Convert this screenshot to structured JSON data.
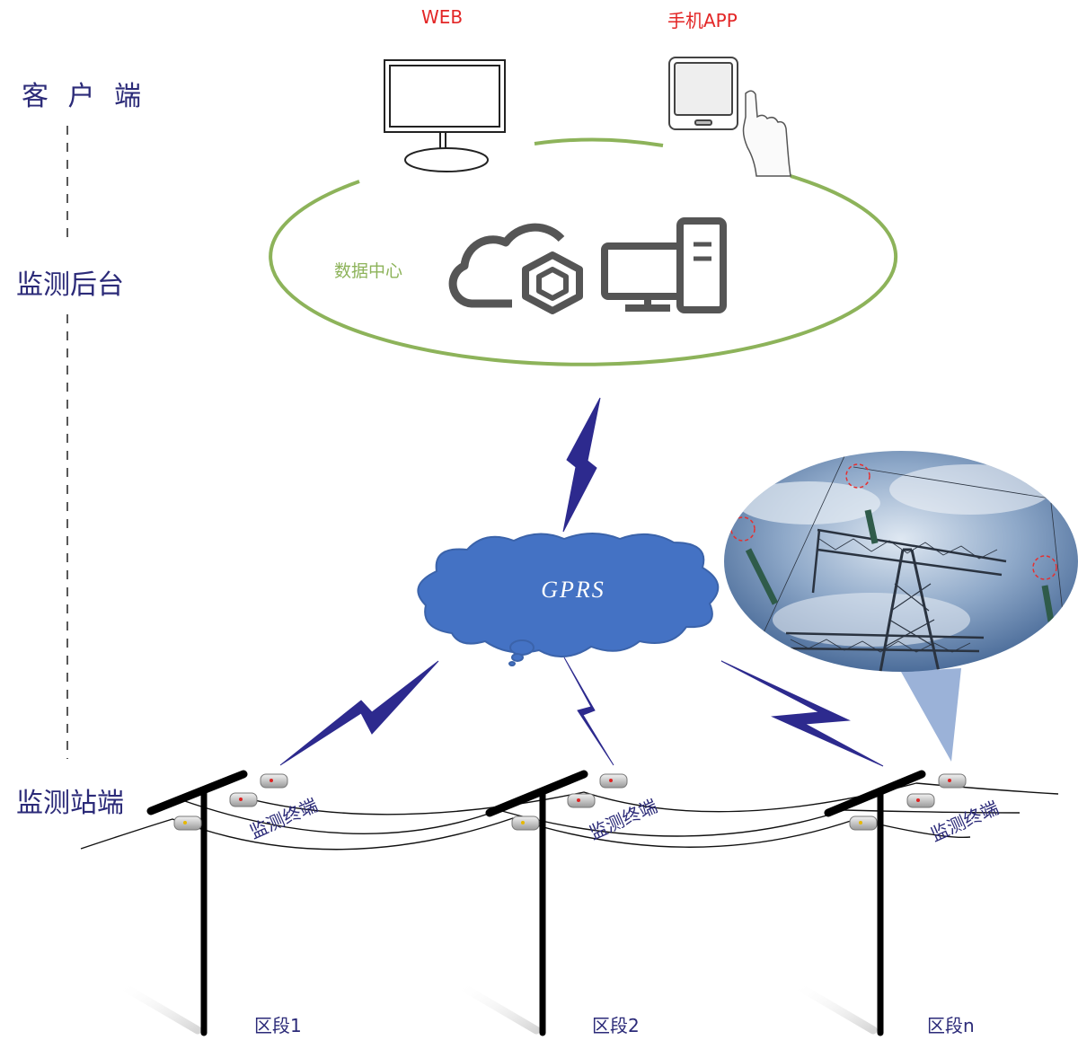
{
  "tiers": {
    "client": "客 户 端",
    "backend": "监测后台",
    "station": "监测站端"
  },
  "client": {
    "web_label": "WEB",
    "app_label": "手机APP"
  },
  "datacenter": {
    "label": "数据中心"
  },
  "network": {
    "label": "GPRS"
  },
  "terminals": {
    "label": "监测终端"
  },
  "segments": [
    "区段1",
    "区段2",
    "区段n"
  ],
  "colors": {
    "tier_text": "#2b2a78",
    "client_text": "#e32626",
    "datacenter": "#8db35a",
    "cloud_fill": "#4472c4",
    "bolt": "#2d2a8e"
  }
}
